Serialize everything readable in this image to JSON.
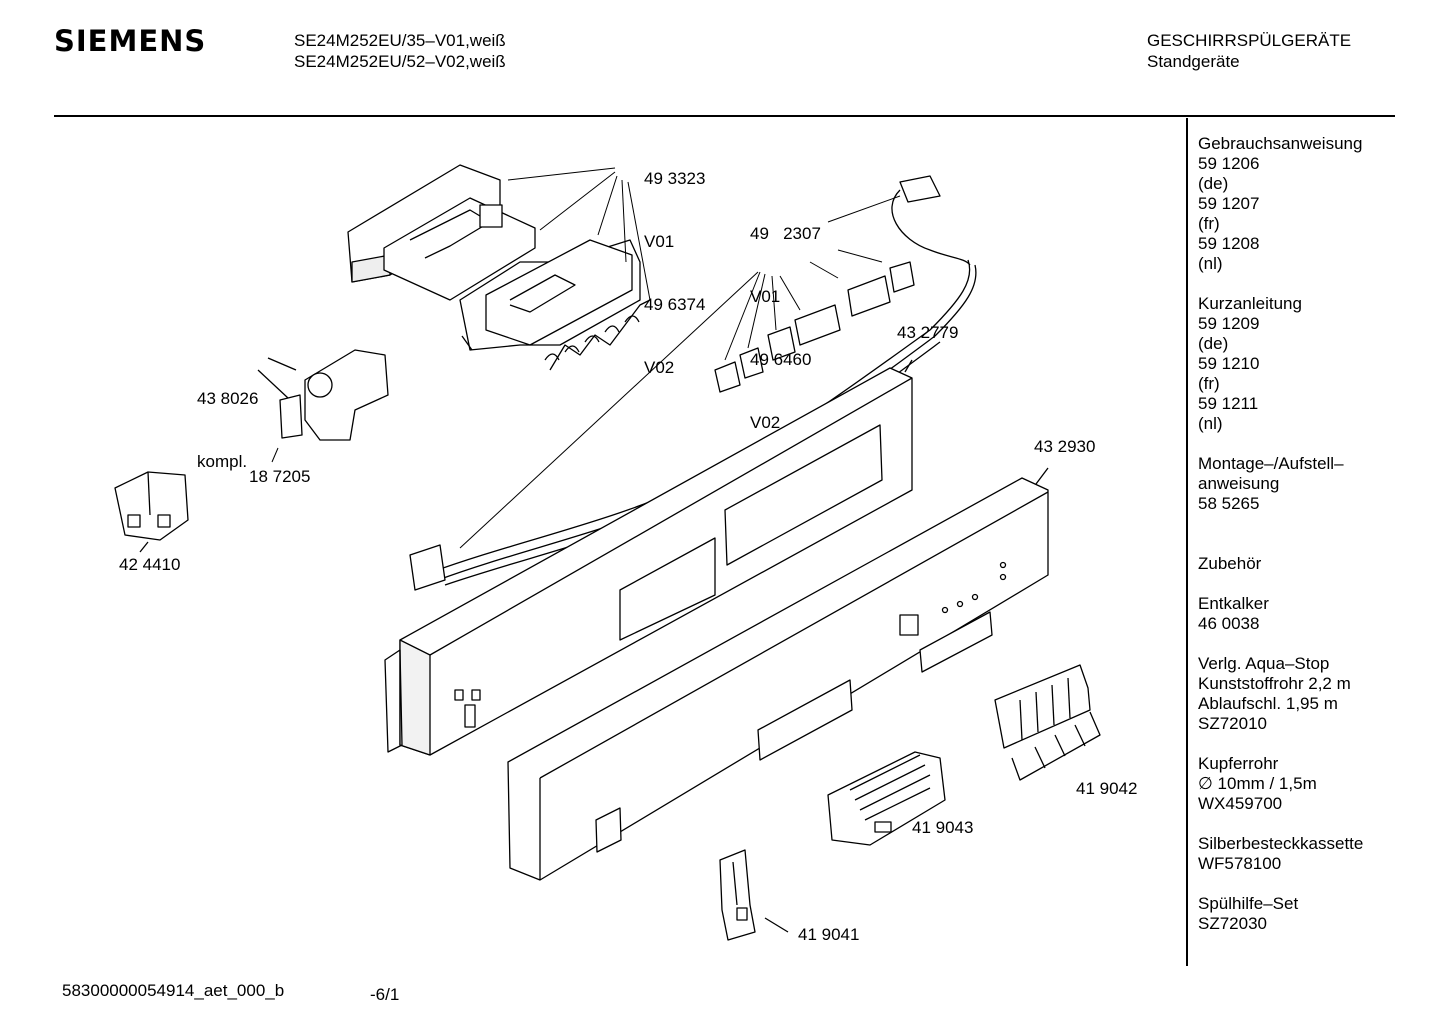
{
  "header": {
    "brand": "SIEMENS",
    "model_lines": [
      "SE24M252EU/35–V01,weiß",
      "SE24M252EU/52–V02,weiß"
    ],
    "category_lines": [
      "GESCHIRRSPÜLGERÄTE",
      "Standgeräte"
    ]
  },
  "labels": {
    "l1": [
      "49 3323",
      "V01",
      "49 6374",
      "V02"
    ],
    "l2": [
      "49   2307",
      "V01",
      "49 6460",
      "V02"
    ],
    "l3": [
      "43 8026",
      "kompl."
    ],
    "l4": "43 2779",
    "l5": "18 7205",
    "l6": "43 2930",
    "l7": "42 4410",
    "l8": "41 9042",
    "l9": "41 9043",
    "l10": "41 9041"
  },
  "sidebar": {
    "groups": [
      [
        "Gebrauchsanweisung",
        "59 1206",
        "(de)",
        "59 1207",
        "(fr)",
        "59 1208",
        "(nl)"
      ],
      [
        "Kurzanleitung",
        "59 1209",
        "(de)",
        "59 1210",
        "(fr)",
        "59 1211",
        "(nl)"
      ],
      [
        "Montage–/Aufstell–",
        "anweisung",
        "58 5265"
      ],
      [
        "Zubehör"
      ],
      [
        "Entkalker",
        "46 0038"
      ],
      [
        "Verlg. Aqua–Stop",
        "Kunststoffrohr 2,2 m",
        "Ablaufschl. 1,95 m",
        "SZ72010"
      ],
      [
        "Kupferrohr",
        "∅ 10mm / 1,5m",
        "WX459700"
      ],
      [
        "Silberbesteckkassette",
        "WF578100"
      ],
      [
        "Spülhilfe–Set",
        "SZ72030"
      ]
    ]
  },
  "footer": {
    "doc_id": "58300000054914_aet_000_b",
    "page": "-6/1"
  }
}
